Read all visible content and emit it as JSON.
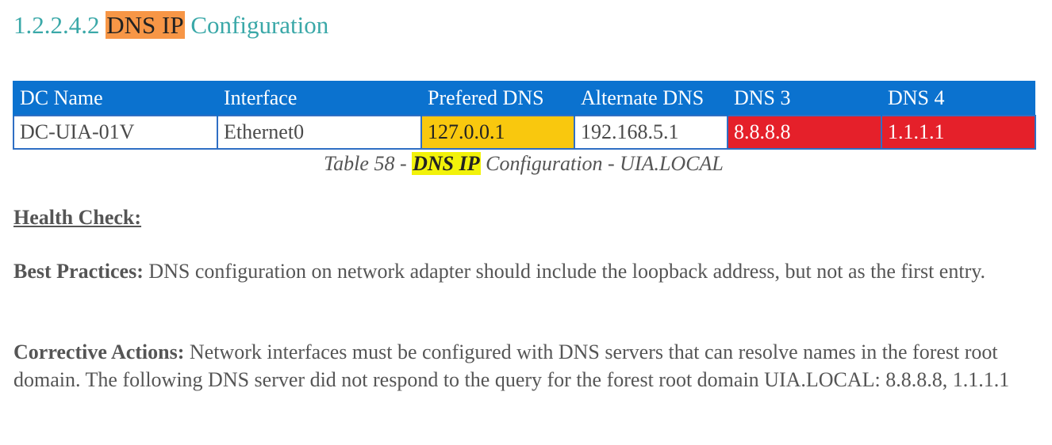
{
  "heading": {
    "number": "1.2.2.4.2",
    "highlight": "DNS IP",
    "rest": "Configuration"
  },
  "table": {
    "columns": [
      "DC Name",
      "Interface",
      "Prefered DNS",
      "Alternate DNS",
      "DNS 3",
      "DNS 4"
    ],
    "rows": [
      {
        "dc_name": "DC-UIA-01V",
        "interface": "Ethernet0",
        "preferred_dns": "127.0.0.1",
        "alternate_dns": "192.168.5.1",
        "dns3": "8.8.8.8",
        "dns4": "1.1.1.1"
      }
    ]
  },
  "caption": {
    "prefix": "Table 58 - ",
    "highlight": "DNS IP",
    "suffix": " Configuration - UIA.LOCAL"
  },
  "health_check": {
    "title": "Health Check:"
  },
  "best_practices": {
    "label": "Best Practices:",
    "text": " DNS configuration on network adapter should include the loopback address, but not as the first entry."
  },
  "corrective_actions": {
    "label": "Corrective Actions:",
    "text": " Network interfaces must be configured with DNS servers that can resolve names in the forest root domain. The following DNS server did not respond to the query for the forest root domain UIA.LOCAL: 8.8.8.8, 1.1.1.1"
  },
  "colors": {
    "heading": "#3aa8a8",
    "heading_highlight": "#f79646",
    "table_header": "#0b72cf",
    "preferred_highlight": "#f9c80e",
    "error_highlight": "#e5202a",
    "caption_highlight": "#f2f20a"
  }
}
